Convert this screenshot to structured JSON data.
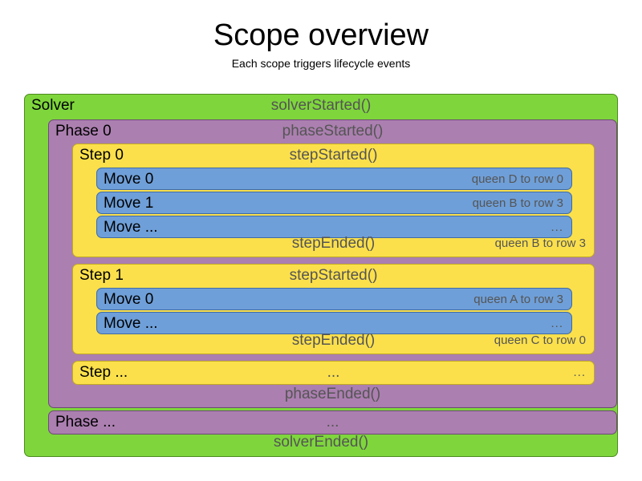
{
  "header": {
    "title": "Scope overview",
    "subtitle": "Each scope triggers lifecycle events"
  },
  "diagram": {
    "colors": {
      "solver": "#7ed63c",
      "phase": "#ab7fb0",
      "step": "#fbe04c",
      "move": "#6f9fd8",
      "event_text": "#555555",
      "label_text": "#000000",
      "background": "#ffffff"
    },
    "solver": {
      "label": "Solver",
      "started_event": "solverStarted()",
      "ended_event": "solverEnded()",
      "phases": [
        {
          "label": "Phase 0",
          "started_event": "phaseStarted()",
          "ended_event": "phaseEnded()",
          "steps": [
            {
              "label": "Step 0",
              "started_event": "stepStarted()",
              "ended_event": "stepEnded()",
              "ended_value": "queen B to row 3",
              "moves": [
                {
                  "label": "Move 0",
                  "value": "queen D to row 0"
                },
                {
                  "label": "Move 1",
                  "value": "queen B to row 3"
                },
                {
                  "label": "Move ...",
                  "value": "..."
                }
              ]
            },
            {
              "label": "Step 1",
              "started_event": "stepStarted()",
              "ended_event": "stepEnded()",
              "ended_value": "queen C to row 0",
              "moves": [
                {
                  "label": "Move 0",
                  "value": "queen A to row 3"
                },
                {
                  "label": "Move ...",
                  "value": "..."
                }
              ]
            },
            {
              "label": "Step ...",
              "started_event": "...",
              "ended_value": "..."
            }
          ]
        },
        {
          "label": "Phase ...",
          "started_event": "..."
        }
      ]
    }
  }
}
